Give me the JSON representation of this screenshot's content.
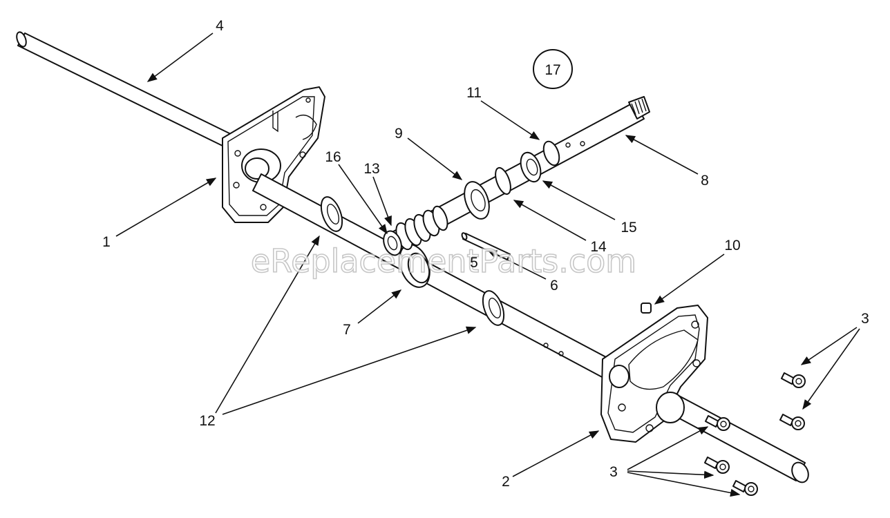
{
  "diagram": {
    "callout_label": "17",
    "part_labels": {
      "p1": "1",
      "p2": "2",
      "p3a": "3",
      "p3b": "3",
      "p4": "4",
      "p5": "5",
      "p6": "6",
      "p7": "7",
      "p8": "8",
      "p9": "9",
      "p10": "10",
      "p11": "11",
      "p12": "12",
      "p13": "13",
      "p14": "14",
      "p15": "15",
      "p16": "16"
    },
    "watermark": "eReplacementParts.com"
  },
  "colors": {
    "line": "#111111",
    "background": "#ffffff",
    "watermark_stroke": "#bdbdbd"
  }
}
